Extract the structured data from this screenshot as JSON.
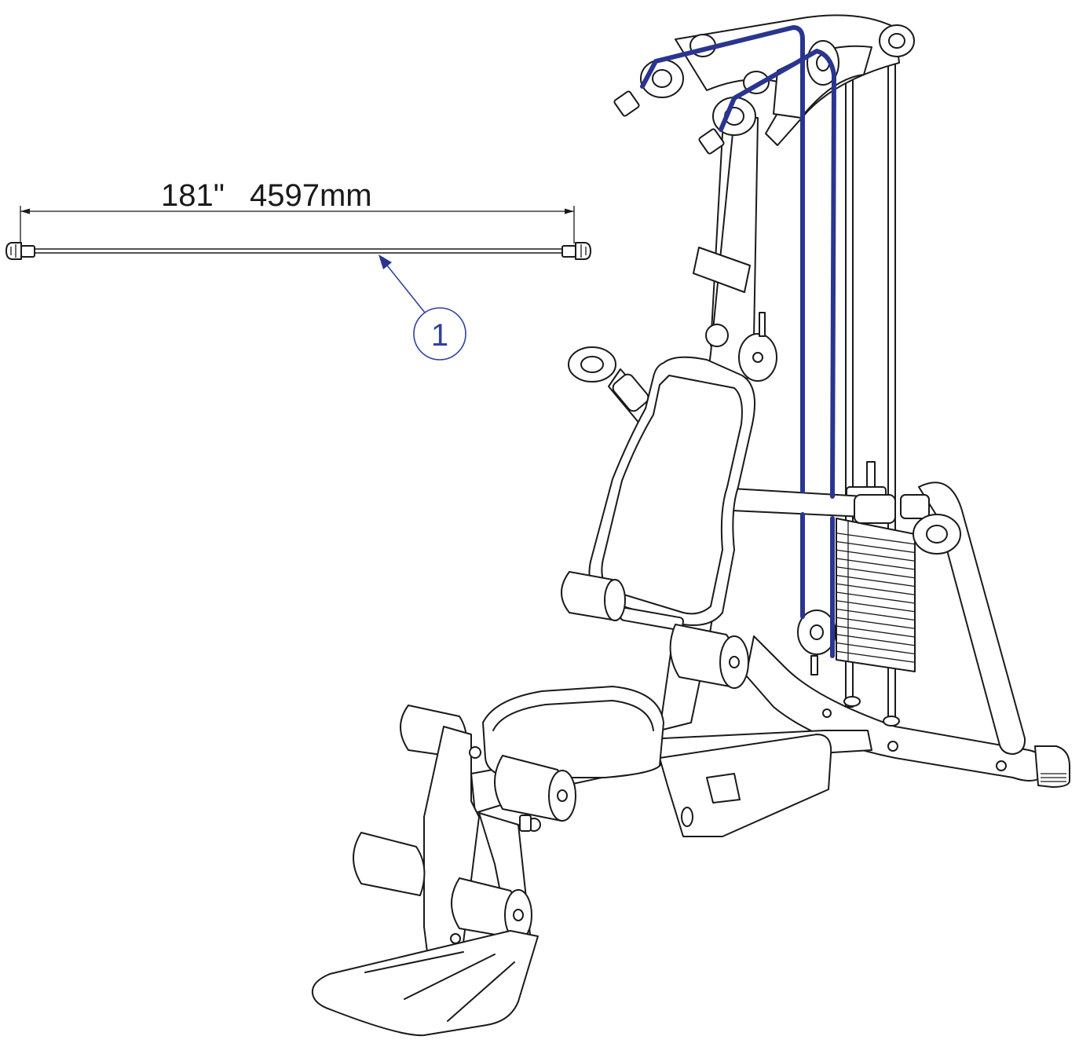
{
  "dimension": {
    "length_in": "181\"",
    "length_mm": "4597mm"
  },
  "callout": {
    "number": "1"
  },
  "colors": {
    "cable": "#2a3590",
    "callout": "#3040a0",
    "line": "#1a1a1a",
    "background": "#ffffff"
  }
}
